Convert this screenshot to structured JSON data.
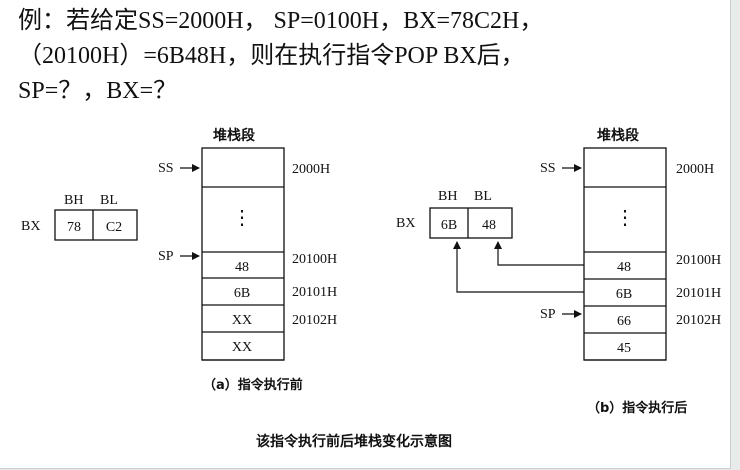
{
  "problem": {
    "line1": "例：若给定SS=2000H，  SP=0100H，BX=78C2H，",
    "line2": "（20100H）=6B48H，则在执行指令POP  BX后，",
    "line3": "SP=？，BX=？"
  },
  "diagram": {
    "stack_title": "堆栈段",
    "ss_label": "SS",
    "sp_label": "SP",
    "bx_label": "BX",
    "bh_label": "BH",
    "bl_label": "BL",
    "ellipsis": "⋮",
    "addresses": [
      "2000H",
      "20100H",
      "20101H",
      "20102H"
    ],
    "before": {
      "bh": "78",
      "bl": "C2",
      "cells": [
        "48",
        "6B",
        "XX",
        "XX"
      ],
      "caption": "（a）指令执行前"
    },
    "after": {
      "bh": "6B",
      "bl": "48",
      "cells": [
        "48",
        "6B",
        "66",
        "45"
      ],
      "caption": "（b）指令执行后"
    },
    "figure_caption": "该指令执行前后堆栈变化示意图"
  }
}
